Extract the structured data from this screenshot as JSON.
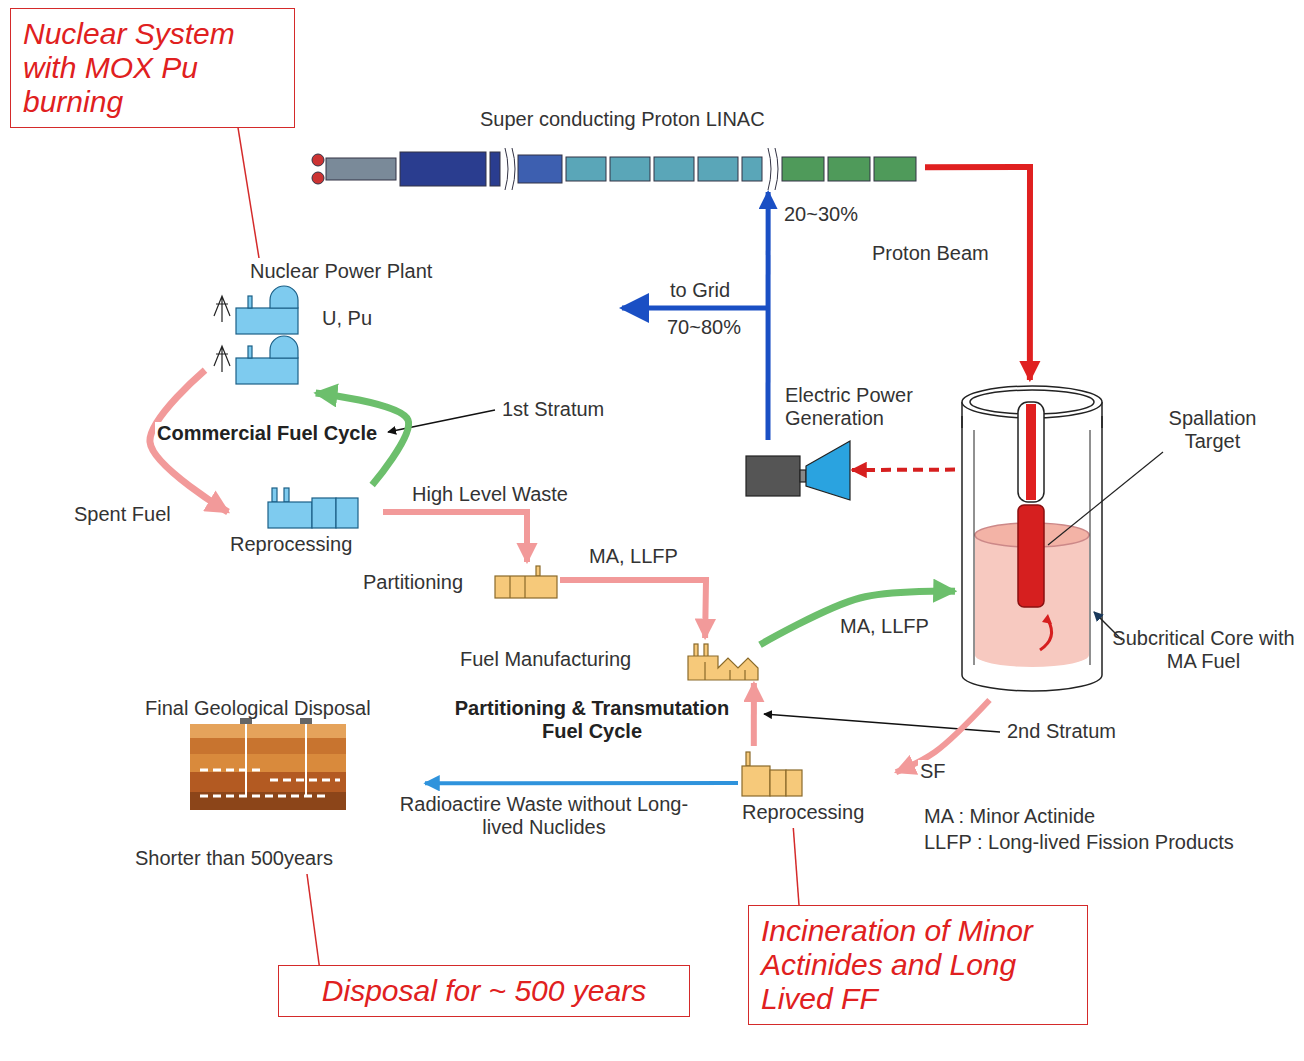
{
  "diagram": {
    "nodes": [
      {
        "text": [
          "Super conducting Proton LINAC"
        ]
      },
      {
        "text": [
          "Nuclear Power Plant",
          "U, Pu"
        ]
      },
      {
        "text": [
          "Reprocessing"
        ]
      },
      {
        "text": [
          "Partitioning"
        ]
      },
      {
        "text": [
          "Fuel Manufacturing"
        ]
      },
      {
        "text": [
          "Spallation Target",
          "Subcritical Core with MA Fuel"
        ]
      },
      {
        "text": [
          "Electric Power Generation"
        ]
      },
      {
        "text": [
          "Reprocessing"
        ]
      },
      {
        "text": [
          "Final Geological Disposal",
          "Shorter than 500years"
        ]
      },
      {
        "text": [
          "Nuclear System with MOX Pu burning"
        ]
      },
      {
        "text": [
          "Disposal for ~ 500 years"
        ]
      },
      {
        "text": [
          "Incineration of Minor Actinides and Long Lived FF"
        ]
      }
    ],
    "edges": [
      {
        "from": 0,
        "to": 5,
        "label": "Proton Beam",
        "arrow": "to"
      },
      {
        "from": 5,
        "to": 6,
        "arrow": "to"
      },
      {
        "from": 6,
        "to": 0,
        "label": "20~30%",
        "arrow": "to"
      },
      {
        "from": 1,
        "to": 2,
        "label": "Spent Fuel",
        "arrow": "to"
      },
      {
        "from": 2,
        "to": 1,
        "arrow": "to"
      },
      {
        "from": 2,
        "to": 3,
        "label": "High Level Waste",
        "arrow": "to"
      },
      {
        "from": 3,
        "to": 4,
        "label": "MA, LLFP",
        "arrow": "to"
      },
      {
        "from": 4,
        "to": 5,
        "label": "MA, LLFP",
        "arrow": "to"
      },
      {
        "from": 5,
        "to": 7,
        "label": "SF",
        "arrow": "to"
      },
      {
        "from": 7,
        "to": 4,
        "arrow": "to"
      },
      {
        "from": 7,
        "to": 8,
        "label": "Radioactire Waste without Long-lived Nuclides",
        "arrow": "to"
      },
      {
        "from": 9,
        "to": 1,
        "arrow": "none"
      },
      {
        "from": 10,
        "to": 8,
        "arrow": "none"
      },
      {
        "from": 11,
        "to": 7,
        "arrow": "none"
      }
    ],
    "labels": [
      "Commercial Fuel Cycle",
      "1st Stratum",
      "Partitioning & Transmutation Fuel Cycle",
      "2nd Stratum",
      "to Grid",
      "70~80%",
      "MA : Minor Actinide",
      "LLFP : Long-lived Fission Products"
    ]
  }
}
